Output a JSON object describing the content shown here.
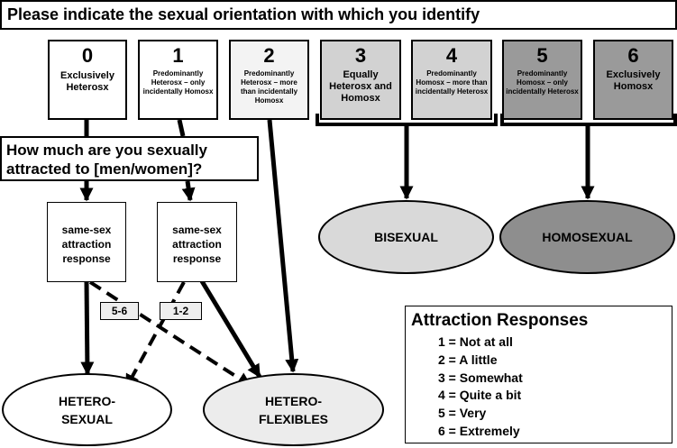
{
  "title": "Please indicate the sexual orientation with which you identify",
  "kinsey": [
    {
      "number": "0",
      "label": "Exclusively Heterosx",
      "fill": "#ffffff"
    },
    {
      "number": "1",
      "label": "Predominantly Heterosx – only incidentally Homosx",
      "fill": "#ffffff"
    },
    {
      "number": "2",
      "label": "Predominantly Heterosx – more than incidentally Homosx",
      "fill": "#f3f3f3"
    },
    {
      "number": "3",
      "label": "Equally Heterosx and Homosx",
      "fill": "#d2d2d2"
    },
    {
      "number": "4",
      "label": "Predominantly Homosx – more than incidentally Heterosx",
      "fill": "#d2d2d2"
    },
    {
      "number": "5",
      "label": "Predominantly Homosx – only incidentally Heterosx",
      "fill": "#9a9a9a"
    },
    {
      "number": "6",
      "label": "Exclusively Homosx",
      "fill": "#9a9a9a"
    }
  ],
  "question": "How much are you sexually attracted to [men/women]?",
  "responses": [
    {
      "label": "same-sex attraction response"
    },
    {
      "label": "same-sex attraction response"
    }
  ],
  "branch_labels": [
    "5-6",
    "1-2"
  ],
  "outcomes": {
    "heterosexual": {
      "label": "HETERO-SEXUAL",
      "fill": "#ffffff"
    },
    "heteroflexibles": {
      "label": "HETERO-FLEXIBLES",
      "fill": "#ececec"
    },
    "bisexual": {
      "label": "BISEXUAL",
      "fill": "#d9d9d9"
    },
    "homosexual": {
      "label": "HOMOSEXUAL",
      "fill": "#8e8e8e"
    }
  },
  "legend": {
    "title": "Attraction Responses",
    "items": [
      "1 = Not at all",
      "2 = A little",
      "3 = Somewhat",
      "4 = Quite a bit",
      "5 = Very",
      "6 = Extremely"
    ]
  }
}
